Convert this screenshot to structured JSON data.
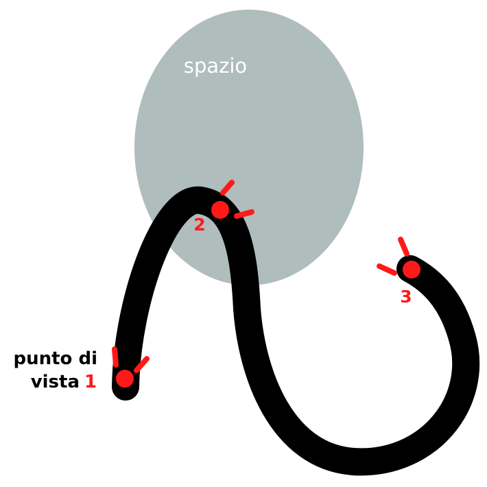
{
  "colors": {
    "background": "#ffffff",
    "space": "#afbdbc",
    "path": "#000000",
    "marker": "#ff1a1a",
    "label_text": "#000000",
    "space_text": "#ffffff"
  },
  "space": {
    "label": "spazio"
  },
  "viewpoints": [
    {
      "number": "1",
      "caption_line1": "punto di",
      "caption_line2": "vista"
    },
    {
      "number": "2"
    },
    {
      "number": "3"
    }
  ]
}
